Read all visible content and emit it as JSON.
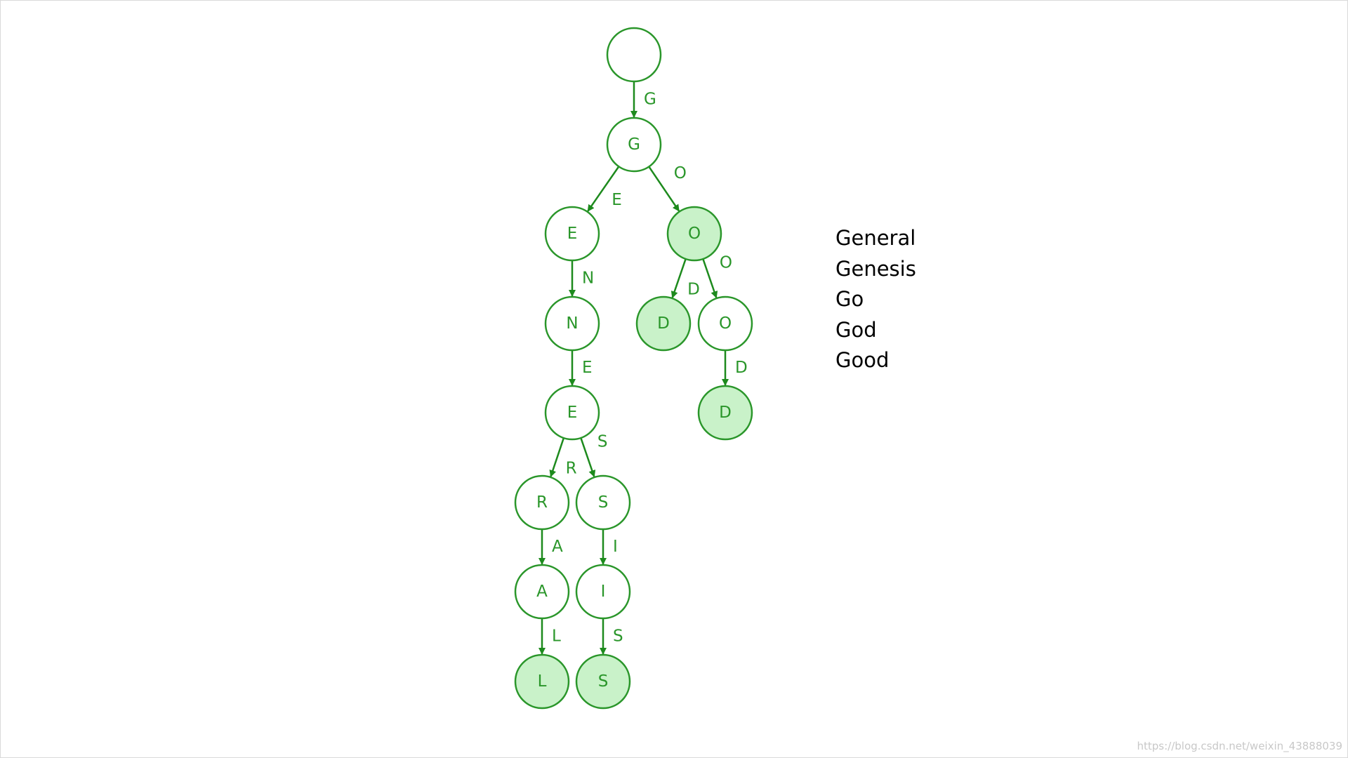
{
  "colors": {
    "node_stroke": "#2a962a",
    "node_fill_plain": "#ffffff",
    "node_fill_terminal": "#c9f2c9",
    "edge": "#1d8a1d",
    "label": "#2a962a"
  },
  "trie": {
    "nodes": [
      {
        "id": "root",
        "label": "",
        "terminal": false
      },
      {
        "id": "g",
        "label": "G",
        "terminal": false
      },
      {
        "id": "ge",
        "label": "E",
        "terminal": false
      },
      {
        "id": "go",
        "label": "O",
        "terminal": true
      },
      {
        "id": "gen",
        "label": "N",
        "terminal": false
      },
      {
        "id": "god",
        "label": "D",
        "terminal": true
      },
      {
        "id": "goo",
        "label": "O",
        "terminal": false
      },
      {
        "id": "gene",
        "label": "E",
        "terminal": false
      },
      {
        "id": "good",
        "label": "D",
        "terminal": true
      },
      {
        "id": "gener",
        "label": "R",
        "terminal": false
      },
      {
        "id": "genes",
        "label": "S",
        "terminal": false
      },
      {
        "id": "genera",
        "label": "A",
        "terminal": false
      },
      {
        "id": "genesi",
        "label": "I",
        "terminal": false
      },
      {
        "id": "general",
        "label": "L",
        "terminal": true
      },
      {
        "id": "genesis",
        "label": "S",
        "terminal": true
      }
    ],
    "edges": [
      {
        "from": "root",
        "to": "g",
        "label": "G"
      },
      {
        "from": "g",
        "to": "ge",
        "label": "E"
      },
      {
        "from": "g",
        "to": "go",
        "label": "O"
      },
      {
        "from": "ge",
        "to": "gen",
        "label": "N"
      },
      {
        "from": "go",
        "to": "god",
        "label": "D"
      },
      {
        "from": "go",
        "to": "goo",
        "label": "O"
      },
      {
        "from": "gen",
        "to": "gene",
        "label": "E"
      },
      {
        "from": "goo",
        "to": "good",
        "label": "D"
      },
      {
        "from": "gene",
        "to": "gener",
        "label": "R"
      },
      {
        "from": "gene",
        "to": "genes",
        "label": "S"
      },
      {
        "from": "gener",
        "to": "genera",
        "label": "A"
      },
      {
        "from": "genes",
        "to": "genesi",
        "label": "I"
      },
      {
        "from": "genera",
        "to": "general",
        "label": "L"
      },
      {
        "from": "genesi",
        "to": "genesis",
        "label": "S"
      }
    ]
  },
  "words": [
    "General",
    "Genesis",
    "Go",
    "God",
    "Good"
  ],
  "watermark": "https://blog.csdn.net/weixin_43888039"
}
